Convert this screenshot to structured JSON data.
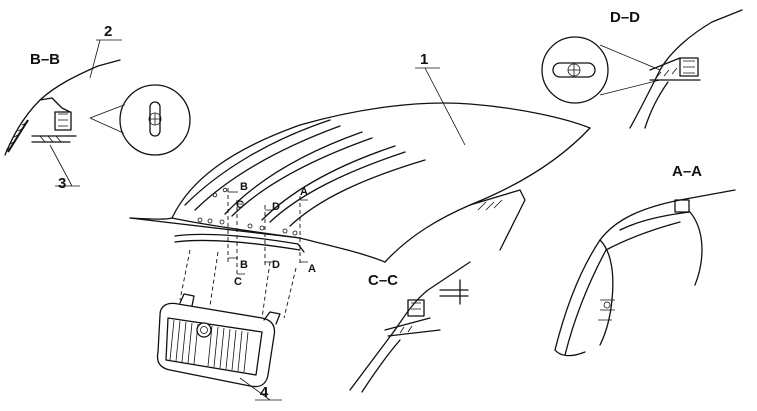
{
  "labels": {
    "part_1": "1",
    "part_2": "2",
    "part_3": "3",
    "part_4": "4",
    "section_bb": "B–B",
    "section_dd": "D–D",
    "section_aa": "A–A",
    "section_cc": "C–C",
    "cut_a_top": "A",
    "cut_a_bottom": "A",
    "cut_b_top": "B",
    "cut_b_bottom": "B",
    "cut_c_top": "C",
    "cut_c_bottom": "C",
    "cut_d_top": "D",
    "cut_d_bottom": "D"
  }
}
